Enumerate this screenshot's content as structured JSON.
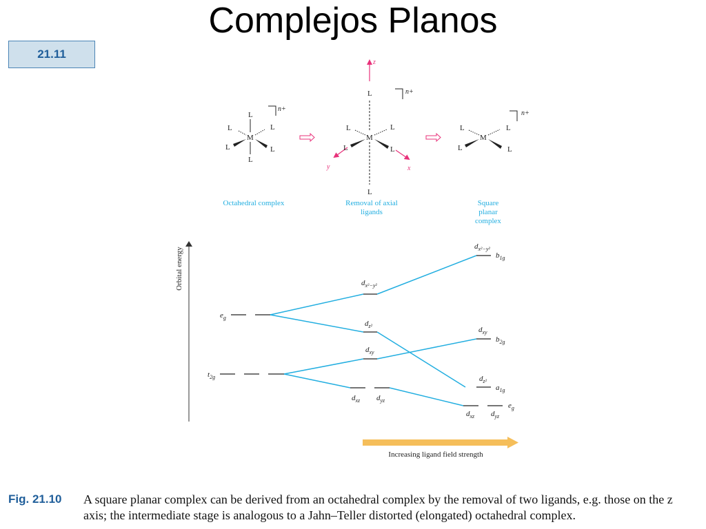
{
  "slide": {
    "title": "Complejos Planos",
    "number": "21.11"
  },
  "structures": {
    "octahedral": {
      "caption": "Octahedral complex"
    },
    "intermediate": {
      "caption_line1": "Removal of axial",
      "caption_line2": "ligands"
    },
    "square_planar": {
      "caption_line1": "Square",
      "caption_line2": "planar",
      "caption_line3": "complex"
    },
    "ligand": "L",
    "metal": "M",
    "charge": "n+",
    "axes": {
      "x": "x",
      "y": "y",
      "z": "z"
    }
  },
  "energy_diagram": {
    "y_axis_label": "Orbital energy",
    "arrow_label": "Increasing ligand field strength",
    "left_levels": {
      "eg": "e",
      "eg_sub": "g",
      "t2g": "t",
      "t2g_sub": "2g"
    },
    "middle_levels": {
      "dx2y2": "x²−y²",
      "dz2": "z²",
      "dxy": "xy",
      "dxz": "xz",
      "dyz": "yz"
    },
    "right_levels": {
      "b1g": "b",
      "b1g_sub": "1g",
      "b2g": "b",
      "b2g_sub": "2g",
      "a1g": "a",
      "a1g_sub": "1g",
      "eg": "e",
      "eg_sub": "g"
    },
    "orbital_letter": "d"
  },
  "caption": {
    "label": "Fig. 21.10",
    "text": "A square planar complex can be derived from an octahedral complex by the removal of two ligands, e.g. those on the z axis; the intermediate stage is analogous to a Jahn–Teller distorted (elongated) octahedral complex."
  },
  "colors": {
    "cyan": "#22aee0",
    "magenta": "#e8317a",
    "orange": "#f5be5a",
    "badge_text": "#1f5e9a"
  }
}
